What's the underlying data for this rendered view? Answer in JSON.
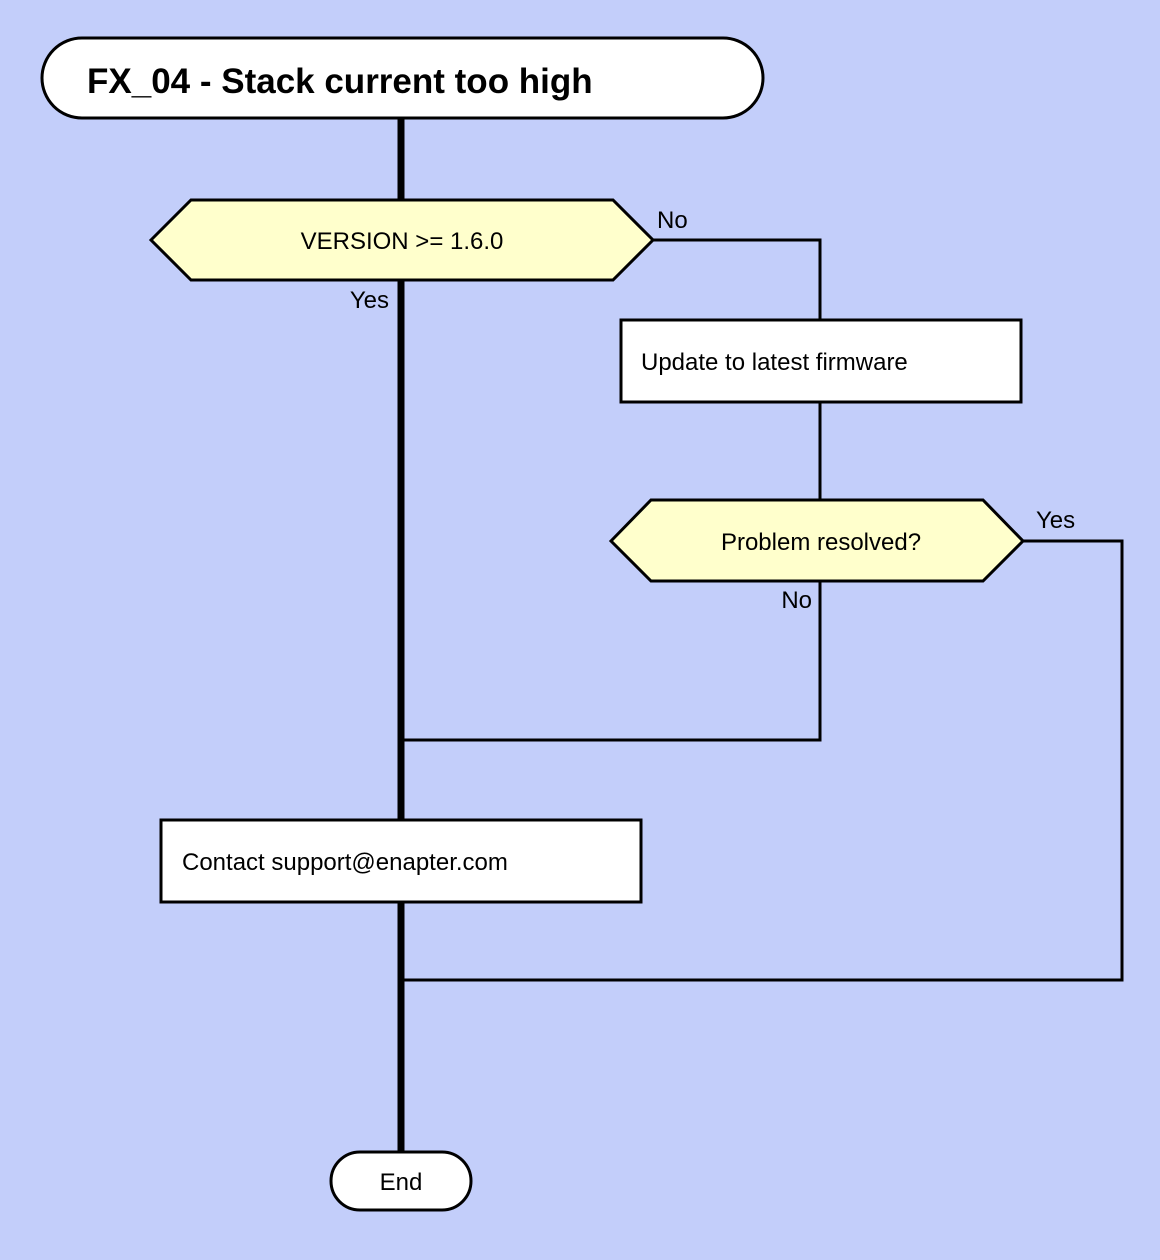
{
  "diagram": {
    "type": "flowchart",
    "background_color": "#c3cefa",
    "decision_fill_color": "#ffffcc",
    "process_fill_color": "#ffffff",
    "line_color": "#000000",
    "title": "FX_04 - Stack current too high",
    "nodes": {
      "start": {
        "label": "FX_04 - Stack current too high",
        "shape": "stadium"
      },
      "decision_version": {
        "label": "VERSION >= 1.6.0",
        "shape": "hexagon",
        "yes_label": "Yes",
        "no_label": "No"
      },
      "process_update": {
        "label": "Update to latest firmware",
        "shape": "rectangle"
      },
      "decision_resolved": {
        "label": "Problem resolved?",
        "shape": "hexagon",
        "yes_label": "Yes",
        "no_label": "No"
      },
      "process_contact": {
        "label": "Contact support@enapter.com",
        "shape": "rectangle"
      },
      "end": {
        "label": "End",
        "shape": "stadium"
      }
    },
    "edge_labels": {
      "version_yes": "Yes",
      "version_no": "No",
      "resolved_yes": "Yes",
      "resolved_no": "No"
    }
  }
}
